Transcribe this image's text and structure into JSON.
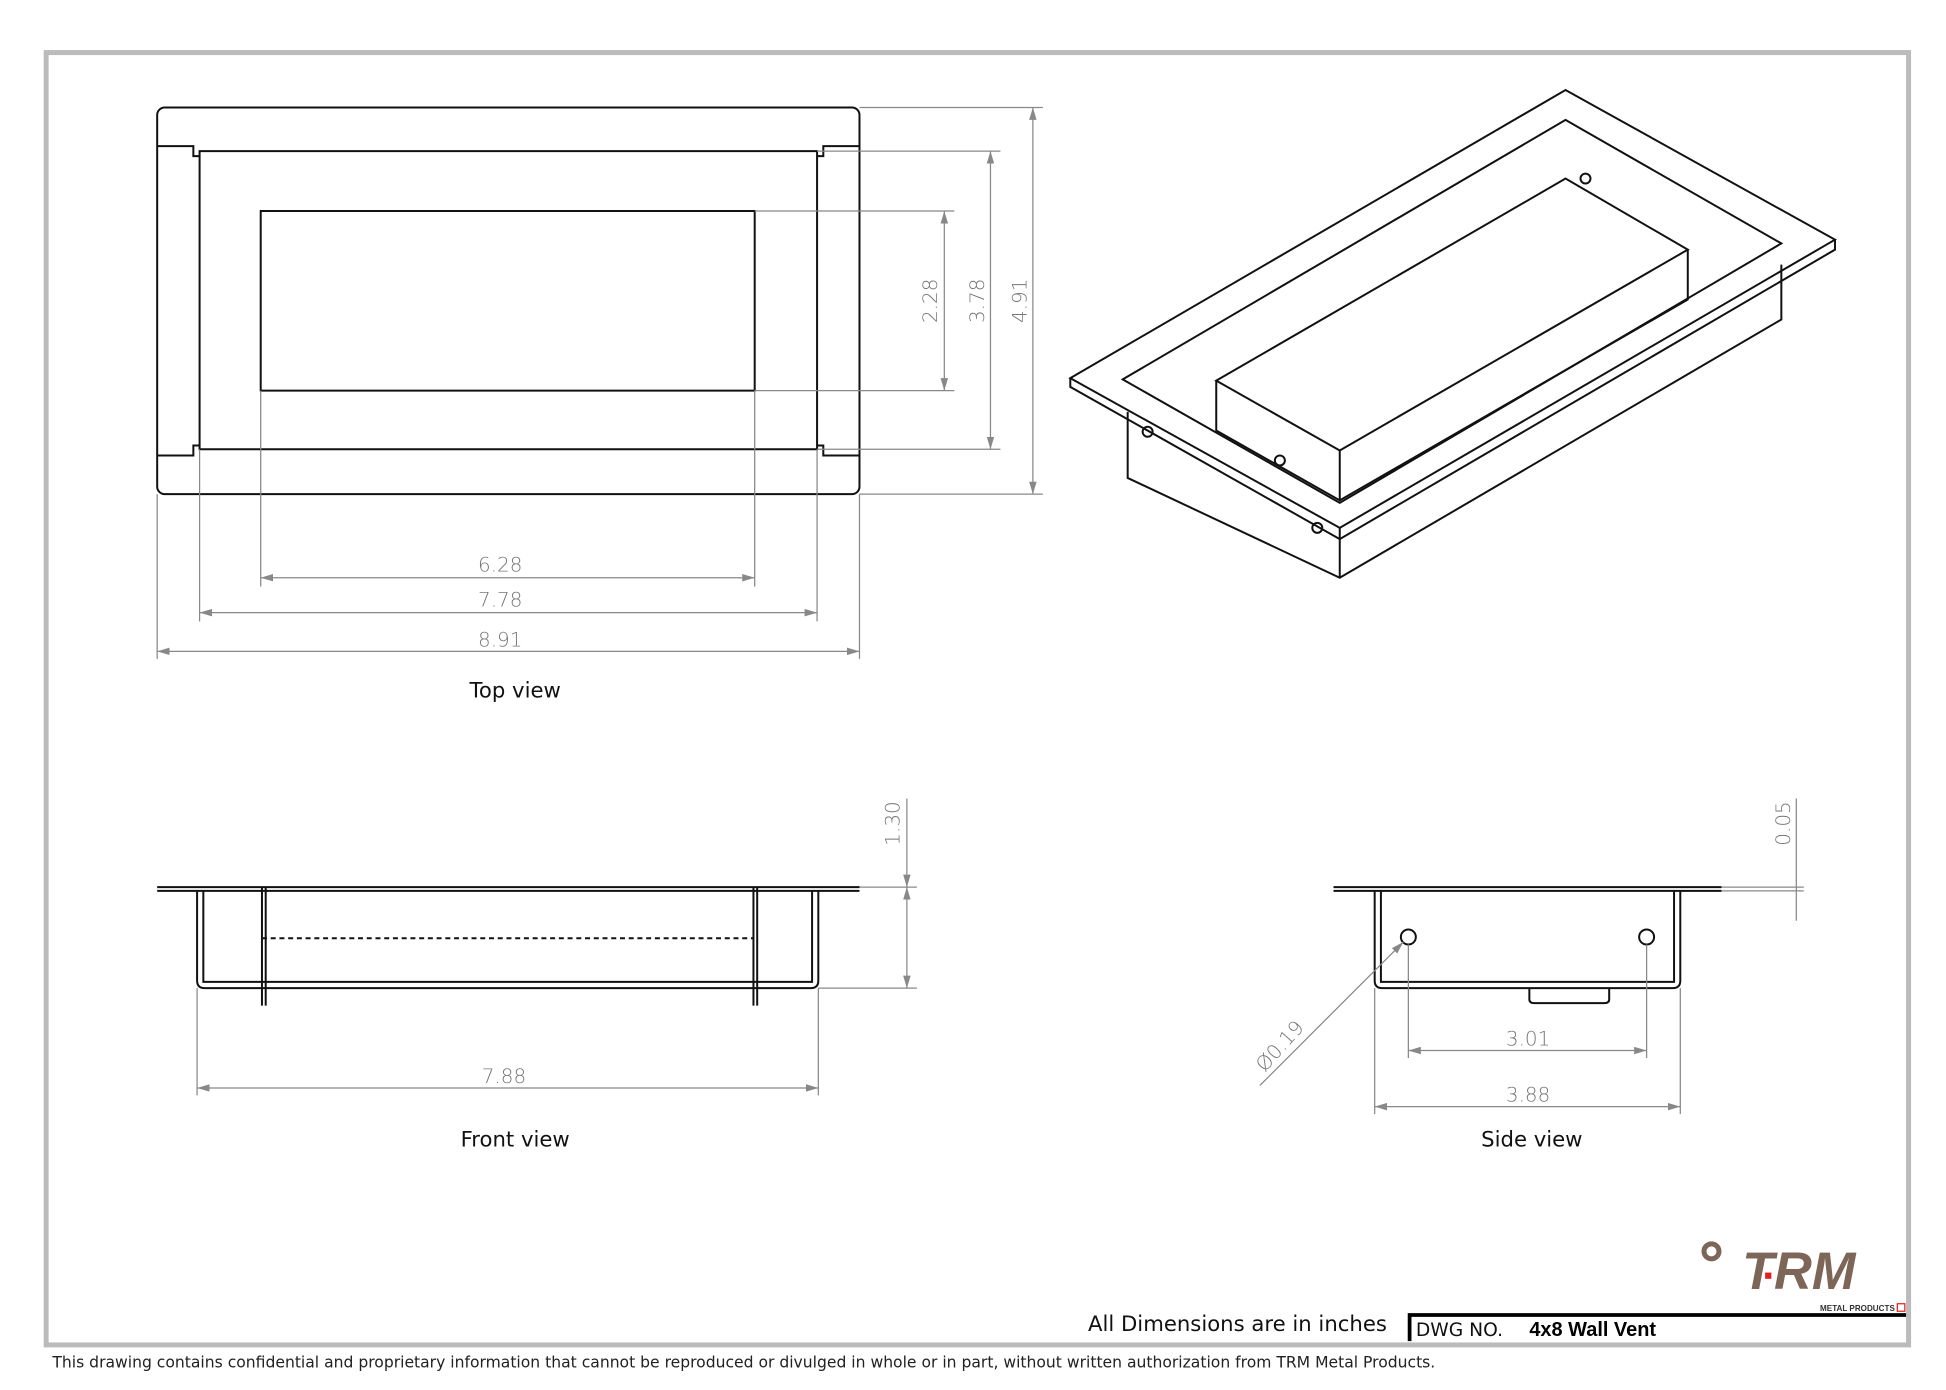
{
  "views": {
    "top": {
      "label": "Top view",
      "dims": {
        "window_width": "6.28",
        "inner_width": "7.78",
        "overall_width": "8.91",
        "window_height": "2.28",
        "inner_height": "3.78",
        "overall_height": "4.91"
      }
    },
    "front": {
      "label": "Front view",
      "dims": {
        "width": "7.88",
        "depth": "1.30"
      }
    },
    "side": {
      "label": "Side view",
      "dims": {
        "hole_spacing": "3.01",
        "width": "3.88",
        "flange_thickness": "0.05",
        "hole_diameter": "Ø0.19"
      }
    }
  },
  "title_block": {
    "units_note": "All Dimensions are in inches",
    "dwg_label": "DWG NO.",
    "dwg_number": "4x8 Wall Vent",
    "logo_text": "TRM",
    "logo_subtext": "METAL PRODUCTS",
    "logo_color": "#7d6558",
    "logo_accent": "#e02020"
  },
  "footer": {
    "confidentiality": "This drawing contains confidential and proprietary information that cannot be reproduced or divulged in whole or in part, without written authorization from TRM Metal Products."
  }
}
